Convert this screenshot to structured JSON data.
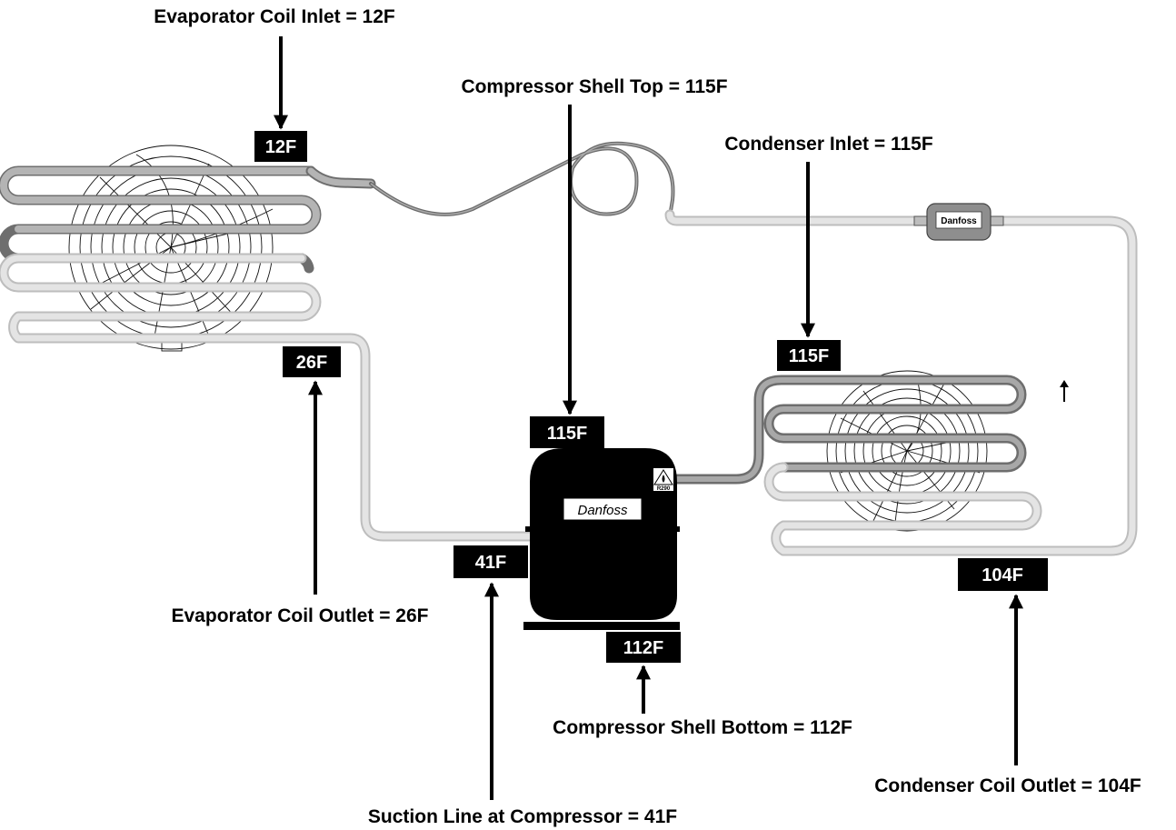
{
  "labels": {
    "evap_inlet": "Evaporator Coil Inlet = 12F",
    "shell_top": "Compressor Shell Top = 115F",
    "cond_inlet": "Condenser Inlet = 115F",
    "evap_outlet": "Evaporator Coil Outlet = 26F",
    "shell_bottom": "Compressor Shell Bottom = 112F",
    "suction_line": "Suction Line at Compressor = 41F",
    "cond_outlet": "Condenser Coil Outlet = 104F"
  },
  "tags": {
    "evap_inlet": "12F",
    "evap_outlet": "26F",
    "shell_top": "115F",
    "cond_inlet": "115F",
    "suction_line": "41F",
    "shell_bottom": "112F",
    "cond_outlet": "104F"
  },
  "components": {
    "compressor_brand": "Danfoss",
    "drier_brand": "Danfoss",
    "refrigerant": "R290"
  },
  "colors": {
    "dark_pipe": "#707070",
    "light_pipe": "#c8c8c8",
    "tag_bg": "#000000",
    "tag_text": "#ffffff"
  }
}
